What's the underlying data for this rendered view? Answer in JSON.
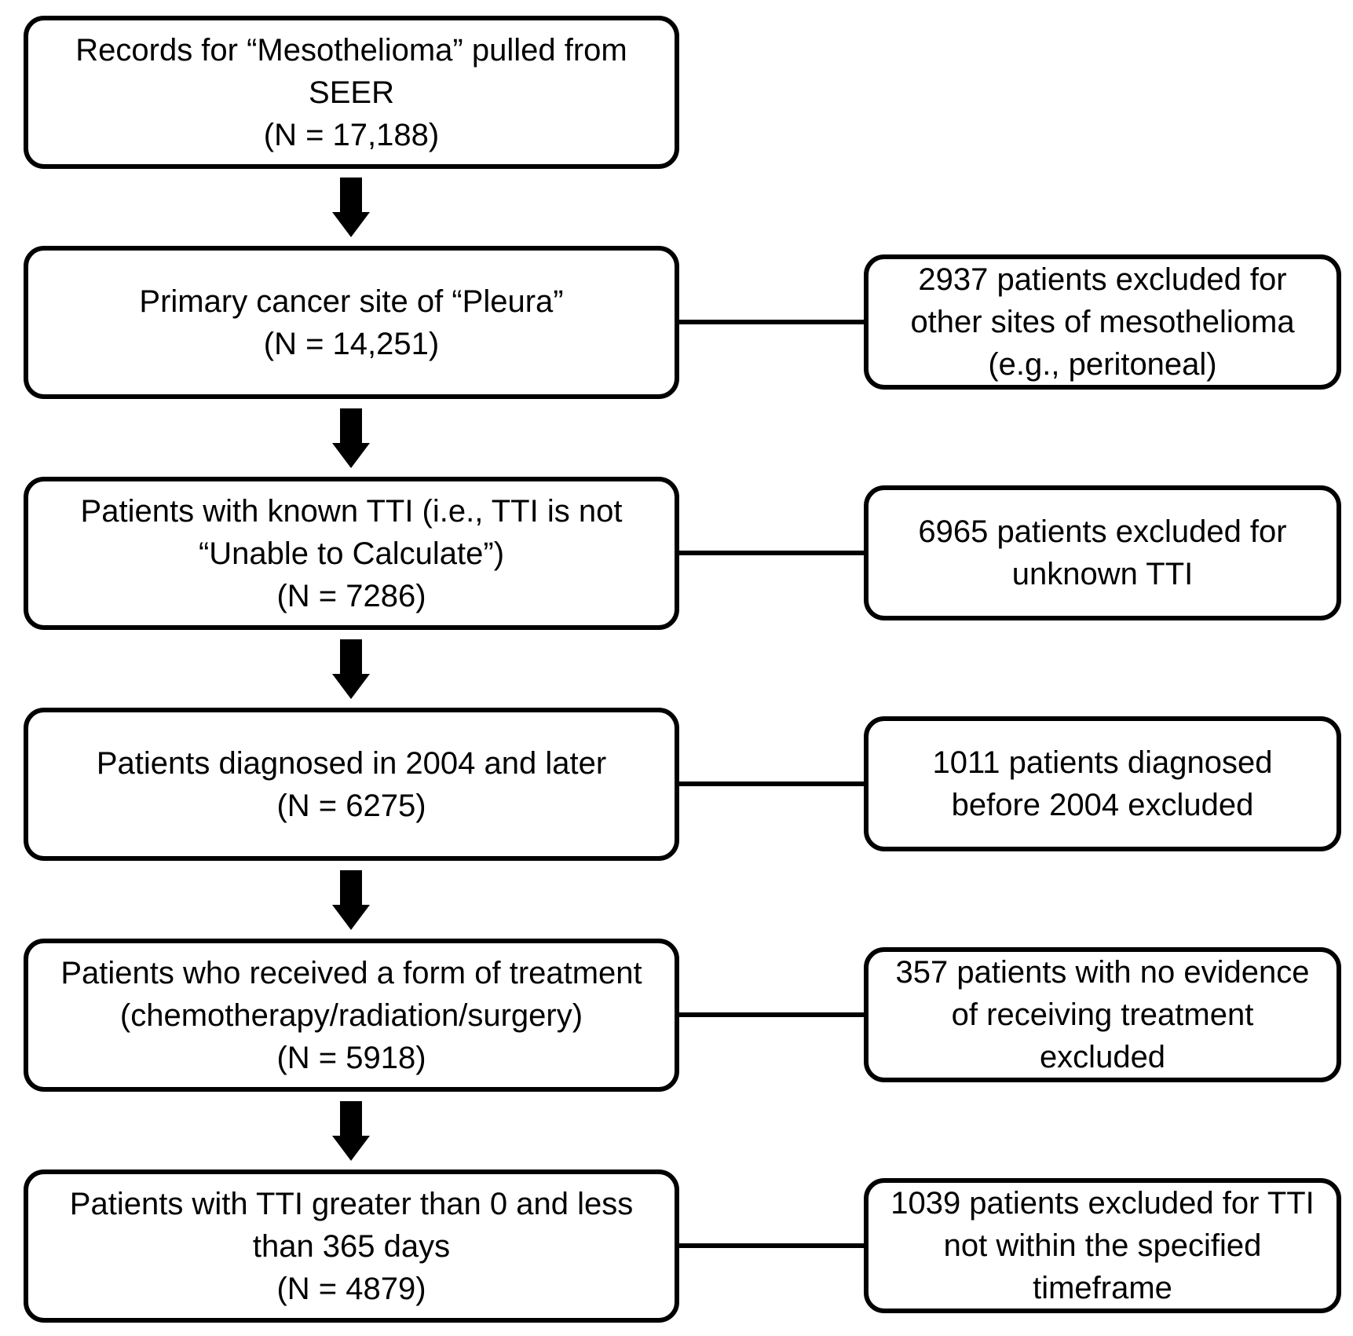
{
  "colors": {
    "background": "#ffffff",
    "box_border": "#000000",
    "text": "#000000",
    "arrow": "#000000"
  },
  "flow": {
    "steps": [
      {
        "name": "seer-records",
        "n": "17,188",
        "lines": [
          "Records for “Mesothelioma” pulled from",
          "SEER",
          "(N = 17,188)"
        ]
      },
      {
        "name": "pleura-site",
        "n": "14,251",
        "lines": [
          "Primary cancer site of “Pleura”",
          "(N = 14,251)"
        ]
      },
      {
        "name": "known-tti",
        "n": "7286",
        "lines": [
          "Patients with known TTI (i.e., TTI is not",
          "“Unable to Calculate”)",
          "(N = 7286)"
        ]
      },
      {
        "name": "diagnosed-2004-later",
        "n": "6275",
        "lines": [
          "Patients diagnosed in 2004 and later",
          "(N = 6275)"
        ]
      },
      {
        "name": "received-treatment",
        "n": "5918",
        "lines": [
          "Patients who received a form of treatment",
          "(chemotherapy/radiation/surgery)",
          "(N = 5918)"
        ]
      },
      {
        "name": "tti-in-range",
        "n": "4879",
        "lines": [
          "Patients with TTI greater than 0 and less",
          "than 365 days",
          "(N = 4879)"
        ]
      }
    ],
    "exclusions": [
      {
        "name": "excluded-other-sites",
        "n": "2937",
        "lines": [
          "2937 patients excluded for",
          "other sites of mesothelioma",
          "(e.g., peritoneal)"
        ]
      },
      {
        "name": "excluded-unknown-tti",
        "n": "6965",
        "lines": [
          "6965 patients excluded for",
          "unknown TTI"
        ]
      },
      {
        "name": "excluded-before-2004",
        "n": "1011",
        "lines": [
          "1011 patients diagnosed",
          "before 2004 excluded"
        ]
      },
      {
        "name": "excluded-no-treatment",
        "n": "357",
        "lines": [
          "357 patients with no evidence",
          "of receiving treatment",
          "excluded"
        ]
      },
      {
        "name": "excluded-tti-timeframe",
        "n": "1039",
        "lines": [
          "1039 patients excluded for TTI",
          "not within the specified",
          "timeframe"
        ]
      }
    ]
  }
}
